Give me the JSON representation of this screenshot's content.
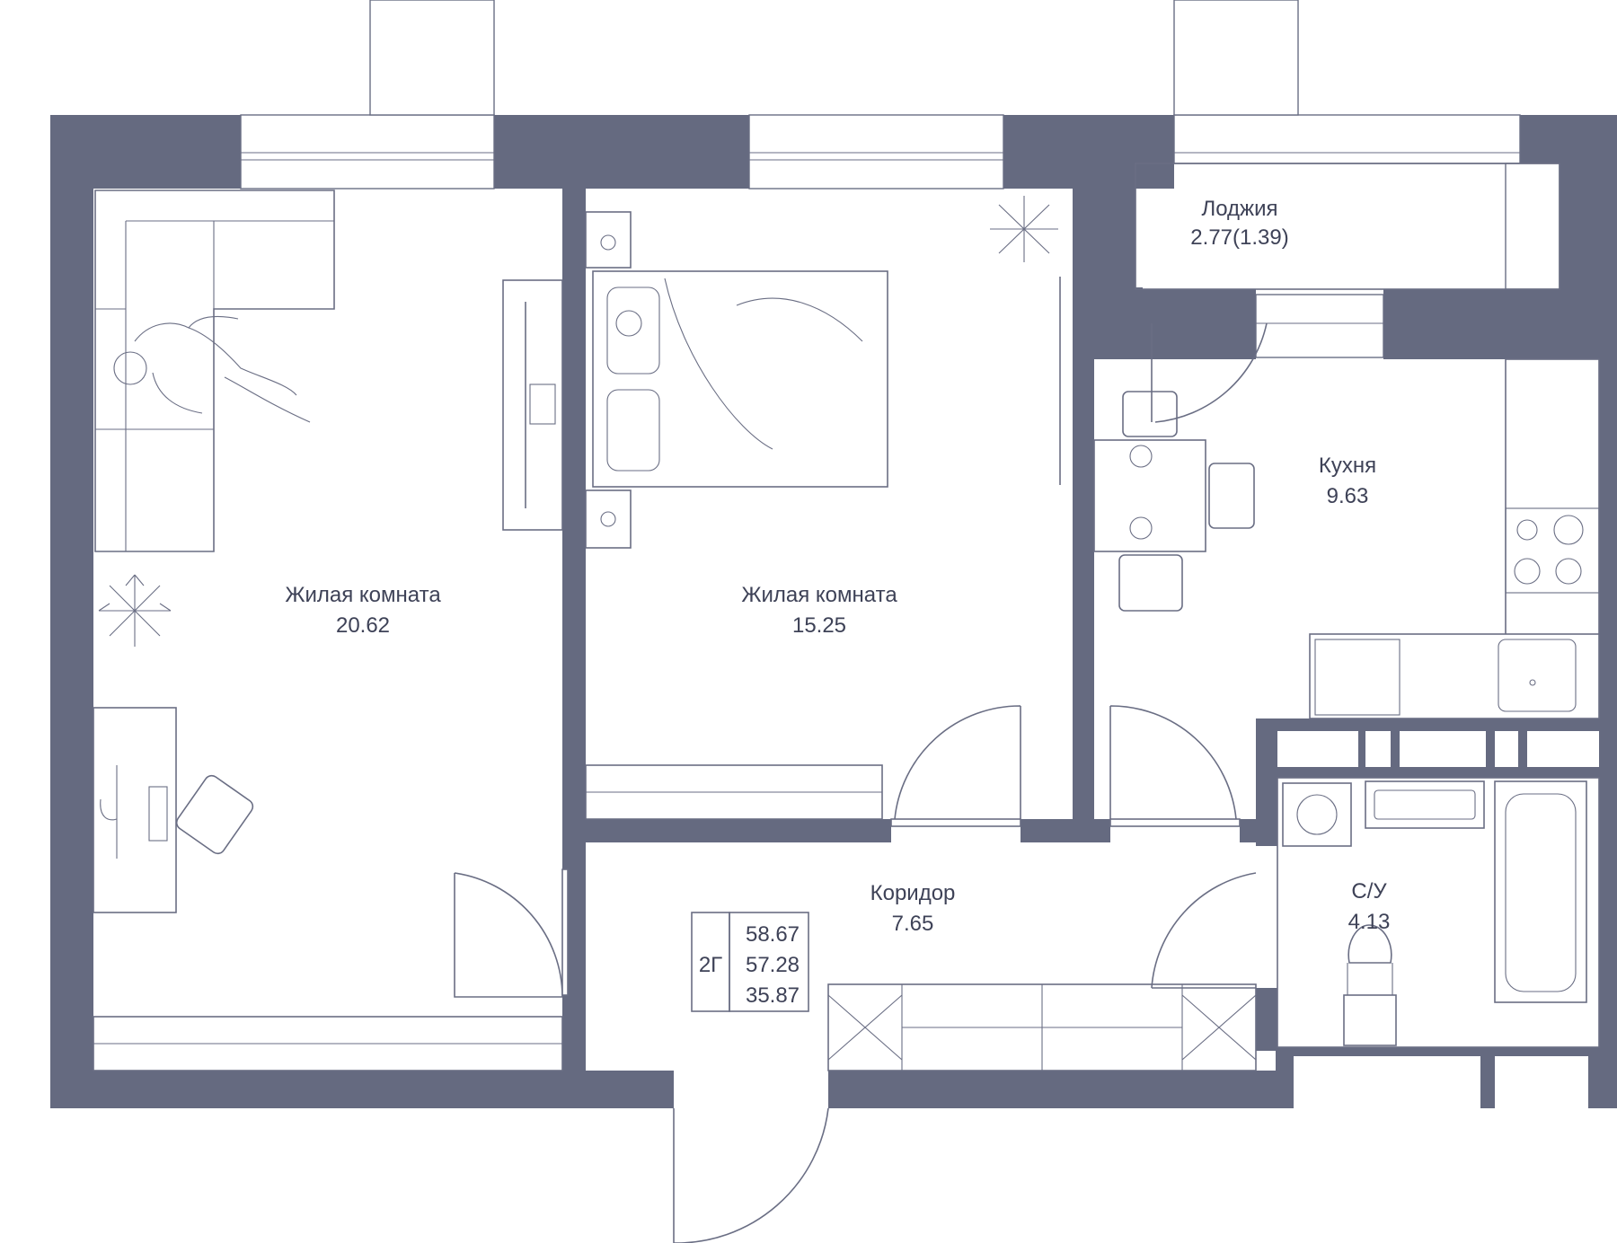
{
  "rooms": {
    "living1": {
      "name": "Жилая комната",
      "area": "20.62"
    },
    "living2": {
      "name": "Жилая комната",
      "area": "15.25"
    },
    "loggia": {
      "name": "Лоджия",
      "area": "2.77(1.39)"
    },
    "kitchen": {
      "name": "Кухня",
      "area": "9.63"
    },
    "corridor": {
      "name": "Коридор",
      "area": "7.65"
    },
    "bathroom": {
      "name": "С/У",
      "area": "4.13"
    }
  },
  "summary": {
    "type": "2Г",
    "total_area": "58.67",
    "area_reduced": "57.28",
    "living_area": "35.87"
  },
  "colors": {
    "wall": "#656a80",
    "line": "#6a6e84",
    "text": "#3e4257"
  },
  "icons": [
    "sofa-icon",
    "person-icon",
    "bed-icon",
    "plant-icon",
    "desk-icon",
    "chair-icon",
    "wardrobe-icon",
    "stove-icon",
    "sink-icon",
    "bathtub-icon",
    "toilet-icon",
    "washing-machine-icon",
    "dining-table-icon",
    "door-icon",
    "window-icon"
  ]
}
